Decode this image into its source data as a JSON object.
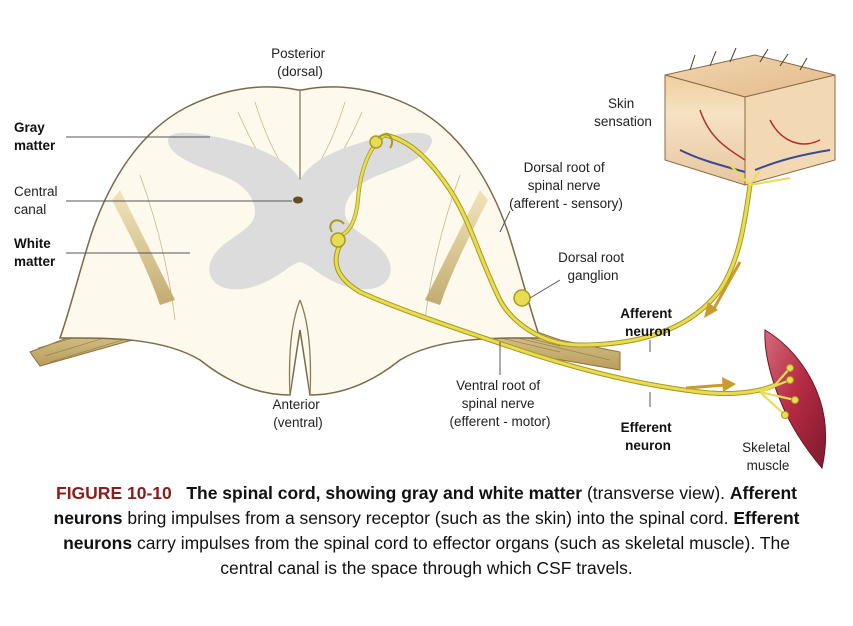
{
  "labels": {
    "posterior": [
      "Posterior",
      "(dorsal)"
    ],
    "anterior": [
      "Anterior",
      "(ventral)"
    ],
    "gray_matter": [
      "Gray",
      "matter"
    ],
    "central_canal": [
      "Central",
      "canal"
    ],
    "white_matter": [
      "White",
      "matter"
    ],
    "skin_sensation": [
      "Skin",
      "sensation"
    ],
    "dorsal_root_nerve": [
      "Dorsal root of",
      "spinal nerve",
      "(afferent - sensory)"
    ],
    "dorsal_root_ganglion": [
      "Dorsal root",
      "ganglion"
    ],
    "afferent_neuron": [
      "Afferent",
      "neuron"
    ],
    "ventral_root": [
      "Ventral root of",
      "spinal nerve",
      "(efferent - motor)"
    ],
    "efferent_neuron": [
      "Efferent",
      "neuron"
    ],
    "skeletal_muscle": [
      "Skeletal",
      "muscle"
    ]
  },
  "caption": {
    "fig_number": "FIGURE 10-10",
    "title": "The spinal cord, showing gray and white matter",
    "t1": " (transverse view). ",
    "b1": "Afferent neurons",
    "t2": " bring impulses from a sensory receptor (such as the skin) into the spinal cord. ",
    "b2": "Efferent neurons",
    "t3": " carry impulses from the spinal cord to effector organs (such as skeletal muscle). The central canal is the space through which CSF travels."
  },
  "colors": {
    "white_matter": "#fdf9ec",
    "gray_matter": "#dcdcdc",
    "nerve": "#e8dc52",
    "nerve_outline": "#a89a20",
    "root": "#d7c48f",
    "muscle": "#b8334a",
    "caption_title": "#8c1c1c"
  }
}
